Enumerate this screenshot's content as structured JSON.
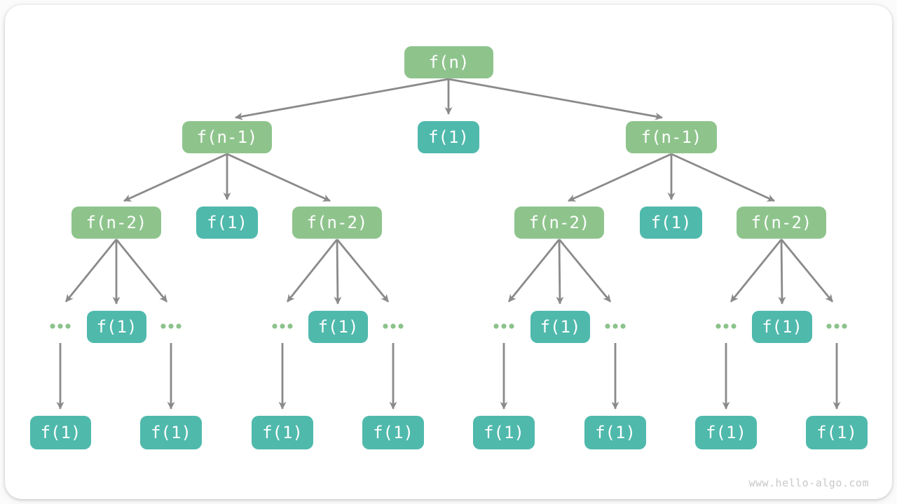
{
  "page": {
    "watermark": "www.hello-algo.com"
  },
  "colors": {
    "node_green": "#8EC48C",
    "node_teal": "#4FB9AC",
    "arrow_gray": "#8A8A8A",
    "ellipsis_green": "#8CC28B",
    "text_white": "#FFFFFF",
    "watermark_gray": "#C8C8C8",
    "card_bg": "#FFFFFF"
  },
  "diagram": {
    "type": "recursion-tree",
    "description": "Recursion tree of f(n): each call branches into f(n-1)/f(n-2) subcalls and f(1) leaves, with ellipsis nodes leading to f(1) leaves",
    "nodes": [
      {
        "id": "n0",
        "label": "f(n)",
        "kind": "green",
        "level": 1
      },
      {
        "id": "n1",
        "label": "f(n-1)",
        "kind": "green",
        "level": 2
      },
      {
        "id": "n2",
        "label": "f(1)",
        "kind": "teal",
        "level": 2
      },
      {
        "id": "n3",
        "label": "f(n-1)",
        "kind": "green",
        "level": 2
      },
      {
        "id": "n4",
        "label": "f(n-2)",
        "kind": "green",
        "level": 3
      },
      {
        "id": "n5",
        "label": "f(1)",
        "kind": "teal",
        "level": 3
      },
      {
        "id": "n6",
        "label": "f(n-2)",
        "kind": "green",
        "level": 3
      },
      {
        "id": "n7",
        "label": "f(n-2)",
        "kind": "green",
        "level": 3
      },
      {
        "id": "n8",
        "label": "f(1)",
        "kind": "teal",
        "level": 3
      },
      {
        "id": "n9",
        "label": "f(n-2)",
        "kind": "green",
        "level": 3
      },
      {
        "id": "n10",
        "label": "f(1)",
        "kind": "teal",
        "level": 4
      },
      {
        "id": "n11",
        "label": "f(1)",
        "kind": "teal",
        "level": 4
      },
      {
        "id": "n12",
        "label": "f(1)",
        "kind": "teal",
        "level": 4
      },
      {
        "id": "n13",
        "label": "f(1)",
        "kind": "teal",
        "level": 4
      },
      {
        "id": "n14",
        "label": "f(1)",
        "kind": "teal",
        "level": 5
      },
      {
        "id": "n15",
        "label": "f(1)",
        "kind": "teal",
        "level": 5
      },
      {
        "id": "n16",
        "label": "f(1)",
        "kind": "teal",
        "level": 5
      },
      {
        "id": "n17",
        "label": "f(1)",
        "kind": "teal",
        "level": 5
      },
      {
        "id": "n18",
        "label": "f(1)",
        "kind": "teal",
        "level": 5
      },
      {
        "id": "n19",
        "label": "f(1)",
        "kind": "teal",
        "level": 5
      },
      {
        "id": "n20",
        "label": "f(1)",
        "kind": "teal",
        "level": 5
      },
      {
        "id": "n21",
        "label": "f(1)",
        "kind": "teal",
        "level": 5
      }
    ],
    "ellipsis_groups": 8,
    "edges": [
      [
        "n0",
        "n1"
      ],
      [
        "n0",
        "n2"
      ],
      [
        "n0",
        "n3"
      ],
      [
        "n1",
        "n4"
      ],
      [
        "n1",
        "n5"
      ],
      [
        "n1",
        "n6"
      ],
      [
        "n3",
        "n7"
      ],
      [
        "n3",
        "n8"
      ],
      [
        "n3",
        "n9"
      ],
      [
        "n4",
        "ellipsis-1"
      ],
      [
        "n4",
        "n10"
      ],
      [
        "n4",
        "ellipsis-2"
      ],
      [
        "n6",
        "ellipsis-3"
      ],
      [
        "n6",
        "n11"
      ],
      [
        "n6",
        "ellipsis-4"
      ],
      [
        "n7",
        "ellipsis-5"
      ],
      [
        "n7",
        "n12"
      ],
      [
        "n7",
        "ellipsis-6"
      ],
      [
        "n9",
        "ellipsis-7"
      ],
      [
        "n9",
        "n13"
      ],
      [
        "n9",
        "ellipsis-8"
      ],
      [
        "ellipsis-1",
        "n14"
      ],
      [
        "ellipsis-2",
        "n15"
      ],
      [
        "ellipsis-3",
        "n16"
      ],
      [
        "ellipsis-4",
        "n17"
      ],
      [
        "ellipsis-5",
        "n18"
      ],
      [
        "ellipsis-6",
        "n19"
      ],
      [
        "ellipsis-7",
        "n20"
      ],
      [
        "ellipsis-8",
        "n21"
      ]
    ]
  }
}
